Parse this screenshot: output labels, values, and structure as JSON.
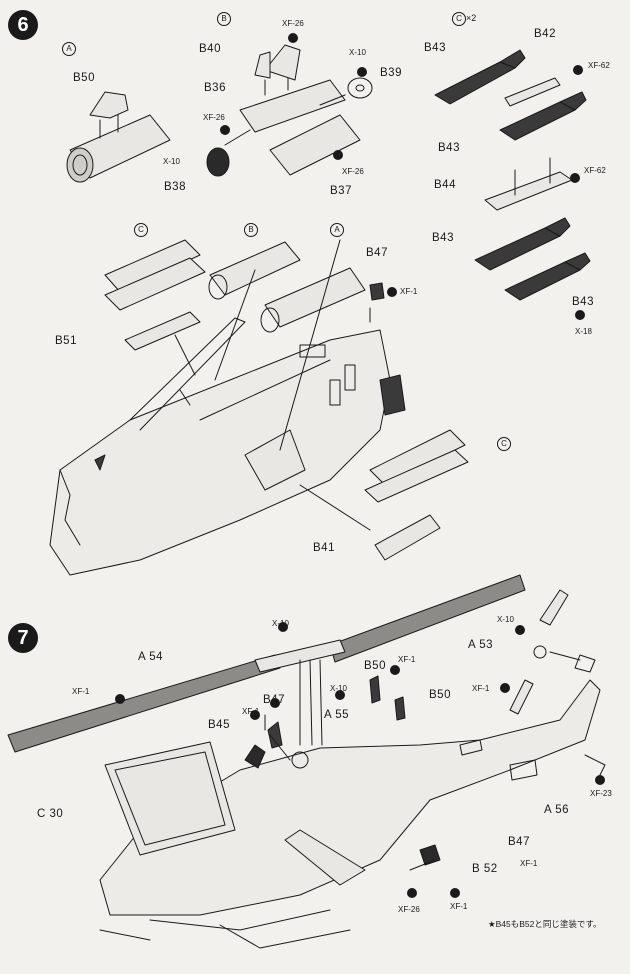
{
  "steps": [
    "6",
    "7"
  ],
  "step6": {
    "assembly_markers": [
      "A",
      "B",
      "C"
    ],
    "multiplier": "×2",
    "parts": {
      "b50": "B50",
      "b40": "B40",
      "b36": "B36",
      "b39": "B39",
      "b38": "B38",
      "b37": "B37",
      "b43": "B43",
      "b42": "B42",
      "b44": "B44",
      "b47": "B47",
      "b51": "B51",
      "b41": "B41"
    },
    "paints": {
      "xf26": "XF-26",
      "x10": "X-10",
      "xf62": "XF-62",
      "x18": "X-18",
      "xf1": "XF-1"
    }
  },
  "step7": {
    "parts": {
      "a54": "A 54",
      "a53": "A 53",
      "a55": "A 55",
      "a56": "A 56",
      "b45": "B45",
      "b47": "B47",
      "b50": "B50",
      "b52": "B 52",
      "c30": "C 30"
    },
    "paints": {
      "x10": "X-10",
      "xf1": "XF-1",
      "xf23": "XF-23",
      "xf26": "XF-26"
    },
    "note": "★B45もB52と同じ塗装です。"
  }
}
